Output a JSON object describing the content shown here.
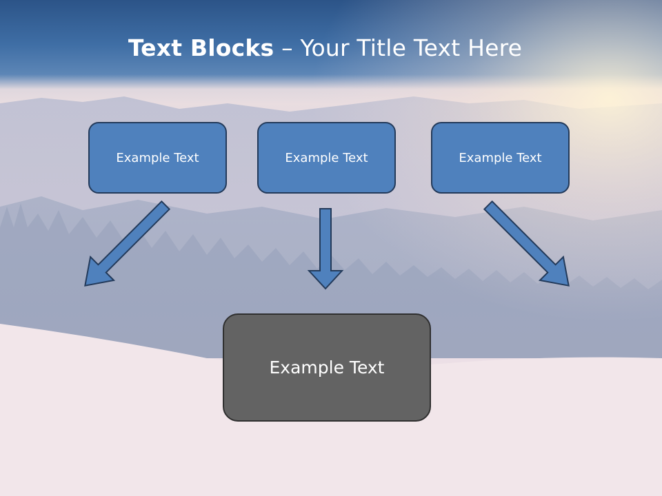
{
  "slide": {
    "title_bold": "Text Blocks",
    "title_separator": " – ",
    "title_rest": "Your Title Text Here",
    "blocks": [
      {
        "label": "Example Text"
      },
      {
        "label": "Example Text"
      },
      {
        "label": "Example Text"
      }
    ],
    "main_block": {
      "label": "Example Text"
    }
  },
  "colors": {
    "title_bar": "#3f6fa4",
    "block_fill": "#4f81bd",
    "block_border": "#233a5a",
    "main_fill": "#636363",
    "arrow_fill": "#4f81bd"
  }
}
